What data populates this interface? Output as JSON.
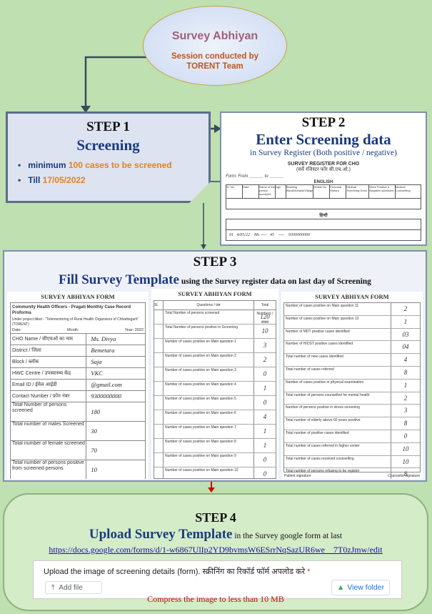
{
  "ellipse": {
    "title": "Survey Abhiyan",
    "line1": "Session conducted by",
    "line2": "TORENT Team"
  },
  "step1": {
    "label": "STEP 1",
    "title": "Screening",
    "b1_pre": "minimum ",
    "b1_hl": "100 cases to be screened",
    "b2_pre": "Till ",
    "b2_hl": "17/05/2022"
  },
  "step2": {
    "label": "STEP 2",
    "title": "Enter Screening data",
    "sub": "in Survey Register  (Both positive / negative)",
    "register_title": "SURVEY REGISTER FOR CHO",
    "register_sub": "(सर्वे रजिस्टर फॉर सी.एच.ओ.)",
    "form_label": "Form: From ______ to ______",
    "english": "ENGLISH",
    "hindi": "हिन्दी",
    "cols": [
      "Sl. No",
      "Date",
      "Name of the person surveyed",
      "Age",
      "Residing Ward/Mohalla/Village",
      "Mobile No.",
      "Personal History",
      "Medical Screening Done",
      "Work Positive & Negative questions",
      "Medical Counselling"
    ]
  },
  "step3": {
    "label": "STEP 3",
    "title": "Fill Survey Template",
    "title_suffix": " using the Survey register data on last day of Screening",
    "form_title": "SURVEY ABHIYAN FORM",
    "org1": "Community Health Officers - Pragati Monthly Case Record Proforma",
    "org2": "Under project titled - \"Telementoring of Rural Health Organizers of Chhattisgarh\" (TORENT)",
    "date_label": "Date:",
    "month_label": "Month:",
    "year_label": "Year: 2022",
    "rows": [
      [
        "CHO Name / सीएचओ का नाम",
        "Ms. Divya"
      ],
      [
        "District / जिला",
        "Bemetara"
      ],
      [
        "Block / ब्लॉक",
        "Saja"
      ],
      [
        "HWC Centre / उपस्वास्थ्य केंद्र",
        "VKC"
      ],
      [
        "Email ID / ईमेल आईडी",
        "@gmail.com"
      ],
      [
        "Contact Number / फ़ोन नंबर",
        "9300000000"
      ],
      [
        "Total Number of persons screened",
        "180"
      ],
      [
        "Total number of males Screened",
        "30"
      ],
      [
        "Total number of female screened",
        "70"
      ],
      [
        "Total number of persons positive from screened persons",
        "10"
      ]
    ],
    "form2_rows": [
      [
        "Total Number of persons screened",
        "120"
      ],
      [
        "Total Number of persons positive in Screening",
        "10"
      ],
      [
        "Number of cases positive on Main question 1",
        "3"
      ],
      [
        "Number of cases positive on Main question 2",
        "2"
      ],
      [
        "Number of cases positive on Main question 3",
        "0"
      ],
      [
        "Number of cases positive on Main question 4",
        "1"
      ],
      [
        "Number of cases positive on Main question 5",
        "0"
      ],
      [
        "Number of cases positive on Main question 6",
        "4"
      ],
      [
        "Number of cases positive on Main question 7",
        "1"
      ],
      [
        "Number of cases positive on Main question 8",
        "1"
      ],
      [
        "Number of cases positive on Main question 9",
        "0"
      ],
      [
        "Number of cases positive on Main question 10",
        "0"
      ]
    ],
    "form2_head_q": "Questions / प्रश्न",
    "form2_head_n": "Total Numbers / संख्या",
    "form3_rows": [
      [
        "Number of cases positive on Main question 11",
        "2"
      ],
      [
        "Number of cases positive on Main question 12",
        "1"
      ],
      [
        "Number of MDT positive cases identified",
        "03"
      ],
      [
        "Number of HIOST positive cases identified",
        "04"
      ],
      [
        "Total number of new cases identified",
        "4"
      ],
      [
        "Total number of cases referred",
        "8"
      ],
      [
        "Number of cases positive in physical examination",
        "1"
      ],
      [
        "Total number of persons counselled for mental health",
        "2"
      ],
      [
        "Number of persons positive in stress screening",
        "3"
      ],
      [
        "Total number of elderly above 60 years positive",
        "8"
      ],
      [
        "Total number of positive cases identified",
        "0"
      ],
      [
        "Total number of cases referred in higher center",
        "10"
      ],
      [
        "Total number of cases received counselling",
        "10"
      ],
      [
        "Total number of persons refusing to be register",
        "8"
      ]
    ],
    "form3_foot_l": "Patient signature",
    "form3_foot_r": "Counselor signature"
  },
  "step4": {
    "label": "STEP 4",
    "title": "Upload Survey Template",
    "title_suffix": " in the Survey google form at last",
    "link": "https://docs.google.com/forms/d/1-w6867UlIp2YD9bvmsW6ESrrNqSazUR6we__7T0zJmw/edit",
    "question": "Upload the image of screening details (form). स्क्रीनिंग का रिकॉर्ड फॉर्म अपलोड करे ",
    "star": "*",
    "add_file": "Add file",
    "view_folder": "View folder",
    "compress": "Compress the image to less than 10 MB"
  }
}
